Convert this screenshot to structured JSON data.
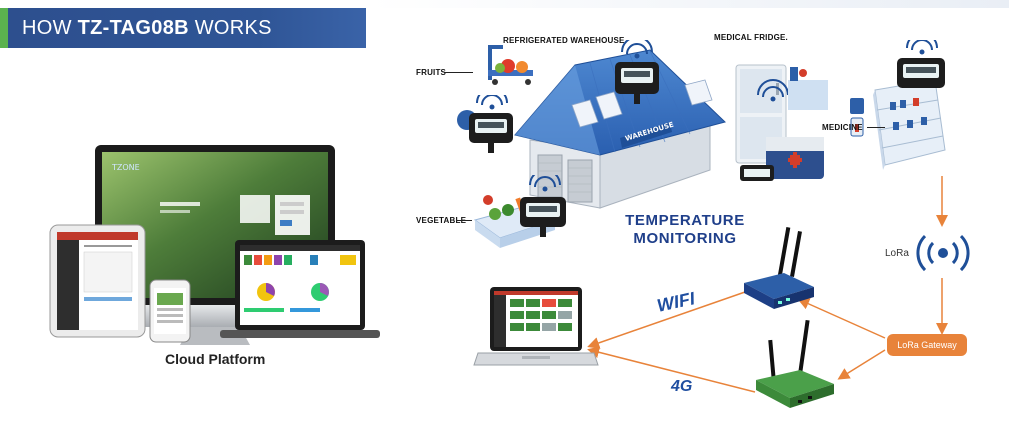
{
  "banner": {
    "prefix": "HOW ",
    "model": "TZ-TAG08B",
    "suffix": " WORKS"
  },
  "labels": {
    "fruits": "FRUITS",
    "refrigerated_warehouse": "REFRIGERATED WAREHOUSE",
    "warehouse_roof": "WAREHOUSE",
    "medical_fridge": "MEDICAL FRIDGE.",
    "medicine": "MEDICINE",
    "vegetable": "VEGETABLE",
    "temperature": "TEMPERATURE",
    "monitoring": "MONITORING",
    "lora": "LoRa",
    "lora_gateway": "LoRa Gateway",
    "wifi": "WIFI",
    "four_g": "4G",
    "cloud_platform": "Cloud Platform",
    "screen_brand": "TZONE"
  },
  "colors": {
    "banner_blue": "#2f5596",
    "banner_accent": "#5bb24f",
    "arrow_orange": "#e8833a",
    "headline_blue": "#1f3f8a",
    "router_blue": "#1d3f86",
    "router_green": "#3c8a3a"
  },
  "icons": [
    "wifi-signal-icon",
    "sensor-device-icon",
    "router-icon",
    "laptop-icon",
    "warehouse-icon"
  ]
}
